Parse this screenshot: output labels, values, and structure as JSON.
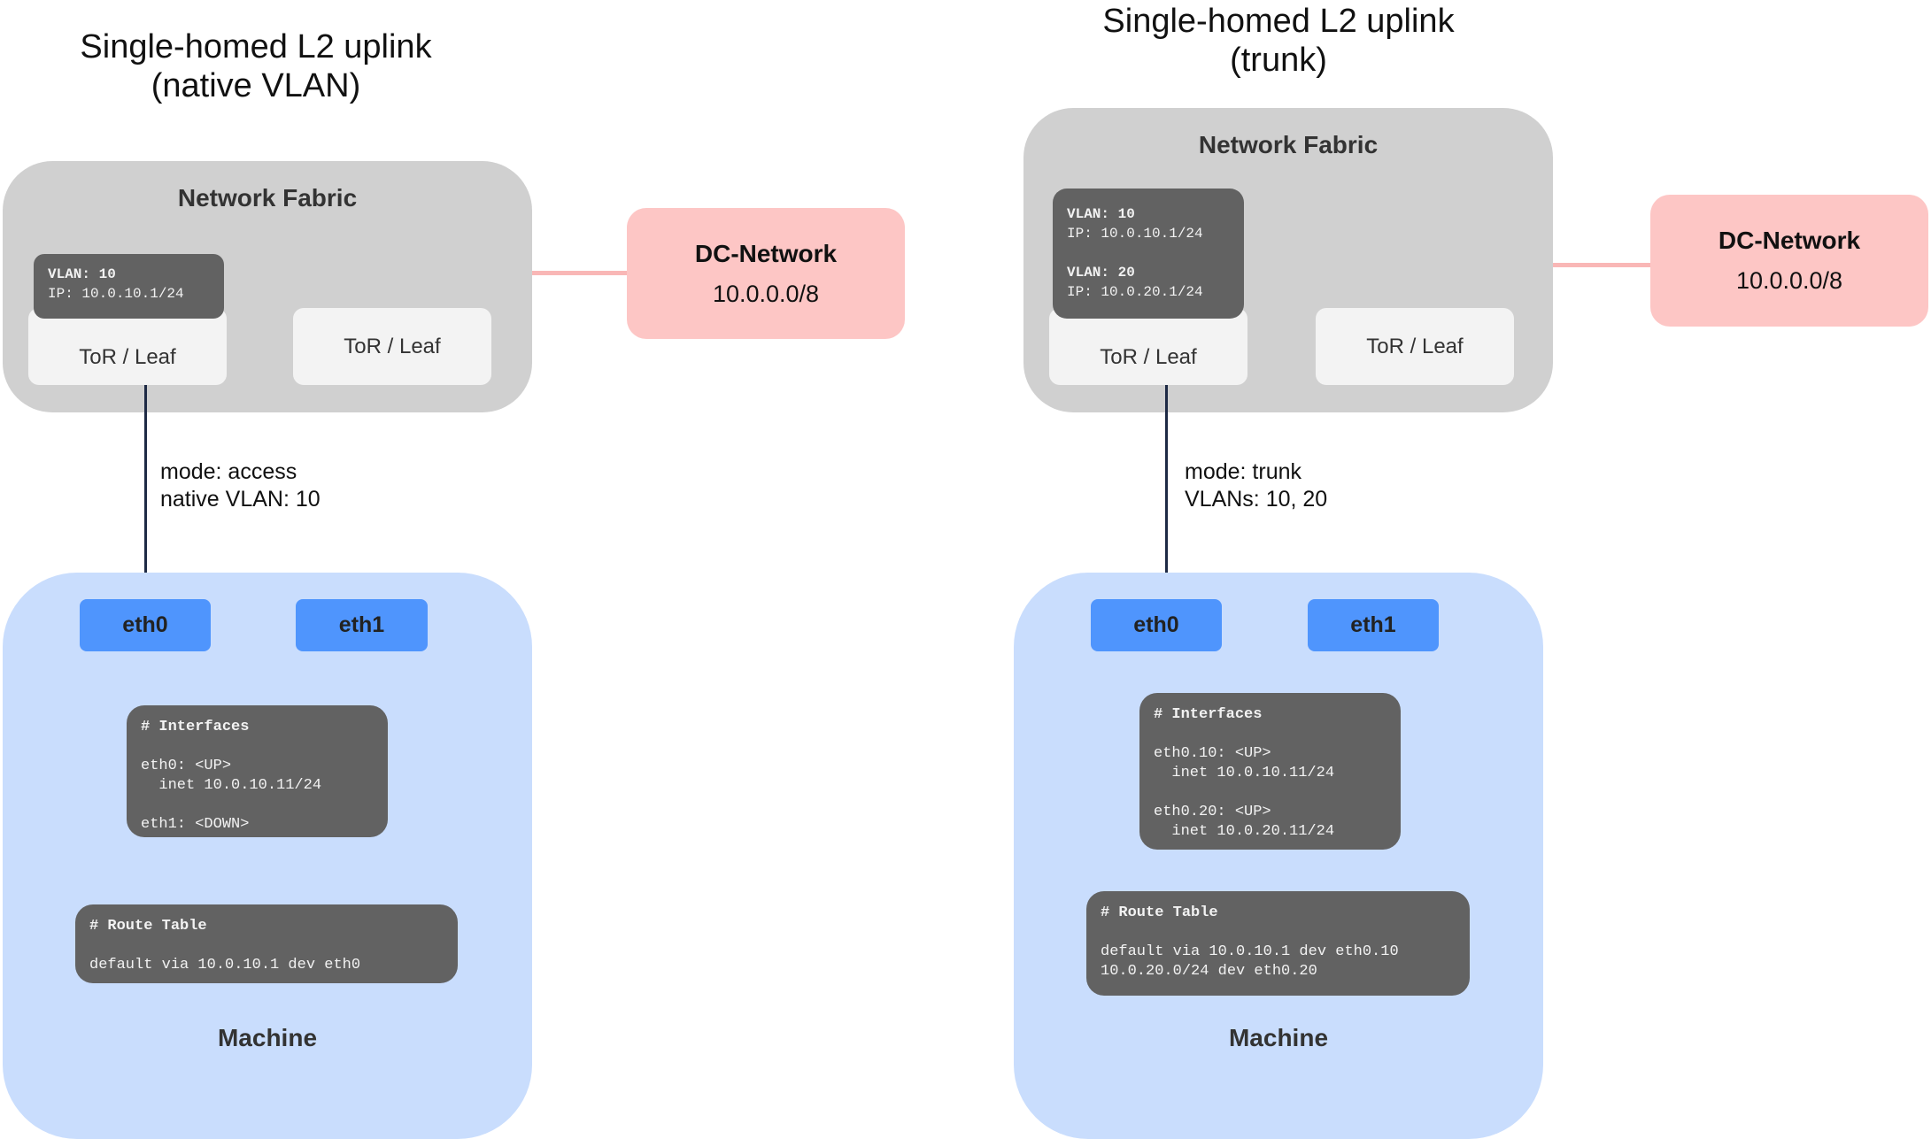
{
  "left": {
    "title_line1": "Single-homed L2 uplink",
    "title_line2": "(native VLAN)",
    "fabric_label": "Network Fabric",
    "vlan_lines": [
      "VLAN: 10",
      "IP: 10.0.10.1/24"
    ],
    "tor_labels": [
      "ToR / Leaf",
      "ToR / Leaf"
    ],
    "dc": {
      "name": "DC-Network",
      "cidr": "10.0.0.0/8"
    },
    "link_label_lines": [
      "mode: access",
      "native VLAN: 10"
    ],
    "eth_labels": [
      "eth0",
      "eth1"
    ],
    "interfaces": {
      "header": "# Interfaces",
      "lines": [
        "eth0: <UP>",
        "  inet 10.0.10.11/24",
        "",
        "eth1: <DOWN>"
      ]
    },
    "routes": {
      "header": "# Route Table",
      "lines": [
        "default via 10.0.10.1 dev eth0"
      ]
    },
    "machine_label": "Machine"
  },
  "right": {
    "title_line1": "Single-homed L2 uplink",
    "title_line2": "(trunk)",
    "fabric_label": "Network Fabric",
    "vlan_lines": [
      "VLAN: 10",
      "IP: 10.0.10.1/24",
      "",
      "VLAN: 20",
      "IP: 10.0.20.1/24"
    ],
    "tor_labels": [
      "ToR / Leaf",
      "ToR / Leaf"
    ],
    "dc": {
      "name": "DC-Network",
      "cidr": "10.0.0.0/8"
    },
    "link_label_lines": [
      "mode: trunk",
      "VLANs: 10, 20"
    ],
    "eth_labels": [
      "eth0",
      "eth1"
    ],
    "interfaces": {
      "header": "# Interfaces",
      "lines": [
        "eth0.10: <UP>",
        "  inet 10.0.10.11/24",
        "",
        "eth0.20: <UP>",
        "  inet 10.0.20.11/24"
      ]
    },
    "routes": {
      "header": "# Route Table",
      "lines": [
        "default via 10.0.10.1 dev eth0.10",
        "10.0.20.0/24 dev eth0.20"
      ]
    },
    "machine_label": "Machine"
  },
  "colors": {
    "fabric": "#d0d0d0",
    "tor": "#f3f3f3",
    "dc_network": "#fdc6c5",
    "machine": "#c9ddfd",
    "eth": "#4f95fd",
    "code_box": "#626262",
    "link": "#1e2a45"
  }
}
